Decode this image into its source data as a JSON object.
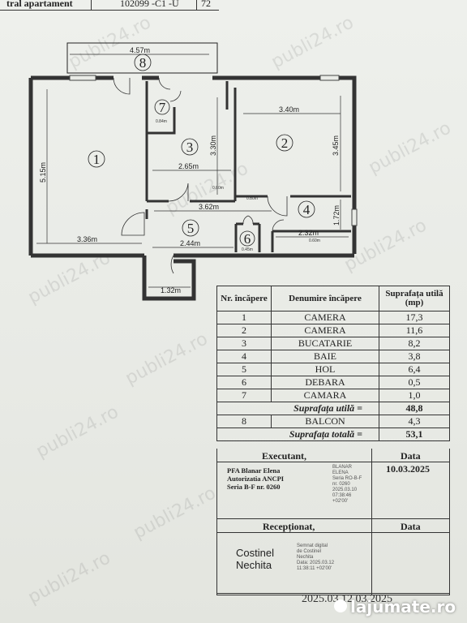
{
  "header": {
    "title": "tral apartament",
    "code": "102099 -C1 -U",
    "number": "72"
  },
  "plan": {
    "rooms": [
      {
        "id": "1",
        "label": "1"
      },
      {
        "id": "2",
        "label": "2"
      },
      {
        "id": "3",
        "label": "3"
      },
      {
        "id": "4",
        "label": "4"
      },
      {
        "id": "5",
        "label": "5"
      },
      {
        "id": "6",
        "label": "6"
      },
      {
        "id": "7",
        "label": "7"
      },
      {
        "id": "8",
        "label": "8"
      }
    ],
    "dims": {
      "d457": "4.57m",
      "d340": "3.40m",
      "d515": "5.15m",
      "d336": "3.36m",
      "d265": "2.65m",
      "d330": "3.30m",
      "d345": "3.45m",
      "d362": "3.62m",
      "d244": "2.44m",
      "d232": "2.32m",
      "d172": "1.72m",
      "d132": "1.32m",
      "d084": "0.84m",
      "d060": "0.60m",
      "d080": "0.80m",
      "d060b": "0.60m",
      "d045": "0.45m"
    }
  },
  "watermark": "publi24.ro",
  "table": {
    "headers": {
      "nr": "Nr. încăpere",
      "name": "Denumire încăpere",
      "area": "Suprafața utilă (mp)"
    },
    "rows": [
      {
        "nr": "1",
        "name": "CAMERA",
        "area": "17,3"
      },
      {
        "nr": "2",
        "name": "CAMERA",
        "area": "11,6"
      },
      {
        "nr": "3",
        "name": "BUCATARIE",
        "area": "8,2"
      },
      {
        "nr": "4",
        "name": "BAIE",
        "area": "3,8"
      },
      {
        "nr": "5",
        "name": "HOL",
        "area": "6,4"
      },
      {
        "nr": "6",
        "name": "DEBARA",
        "area": "0,5"
      },
      {
        "nr": "7",
        "name": "CAMARA",
        "area": "1,0"
      }
    ],
    "util_label": "Suprafața utilă =",
    "util_value": "48,8",
    "balcony": {
      "nr": "8",
      "name": "BALCON",
      "area": "4,3"
    },
    "total_label": "Suprafața totală =",
    "total_value": "53,1"
  },
  "executant": {
    "label": "Executant,",
    "date_label": "Data",
    "firm": [
      "PFA Blanar Elena",
      "Autorizatia ANCPI",
      "Seria B-F nr. 0260"
    ],
    "sign": [
      "BLANAR",
      "ELENA",
      "Seria RO-B-F",
      "nr. 0260",
      "2025.03.10",
      "07:38:46",
      "+02'00'"
    ],
    "date": "10.03.2025"
  },
  "receptionat": {
    "label": "Recepționat,",
    "date_label": "Data",
    "name": [
      "Costinel",
      "Nechita"
    ],
    "sign": [
      "Semnat digital",
      "de Costinel",
      "Nechita",
      "Data: 2025.03.12",
      "11:38:11 +02'00'"
    ],
    "stamp": "2025.03.12 03.2025"
  },
  "logo": {
    "text": "lajumate.ro"
  }
}
